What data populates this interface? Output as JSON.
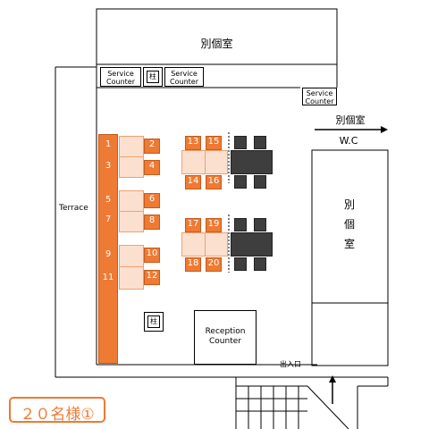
{
  "rooms": {
    "top": "別個室",
    "right_lines": [
      "別",
      "個",
      "室"
    ],
    "arrow_text": "別個室",
    "wc": "W.C"
  },
  "service": {
    "left": "Service\nCounter",
    "middle": "Service\nCounter",
    "right": "Service\nCounter"
  },
  "pillar": "柱",
  "terrace": "Terrace",
  "reception": "Reception\nCounter",
  "entrance": "出入口",
  "capacity": "２０名様①",
  "seats": {
    "bench": [
      "1",
      "3",
      "5",
      "7",
      "9",
      "11"
    ],
    "col_a": [
      "2",
      "4",
      "6",
      "8",
      "10",
      "12"
    ],
    "group1_top": [
      "13",
      "15"
    ],
    "group1_bottom": [
      "14",
      "16"
    ],
    "group2_top": [
      "17",
      "19"
    ],
    "group2_bottom": [
      "18",
      "20"
    ]
  },
  "colors": {
    "accent": "#ee7a33",
    "table": "#fbe0cf",
    "dark_table": "#3e3e3e"
  }
}
